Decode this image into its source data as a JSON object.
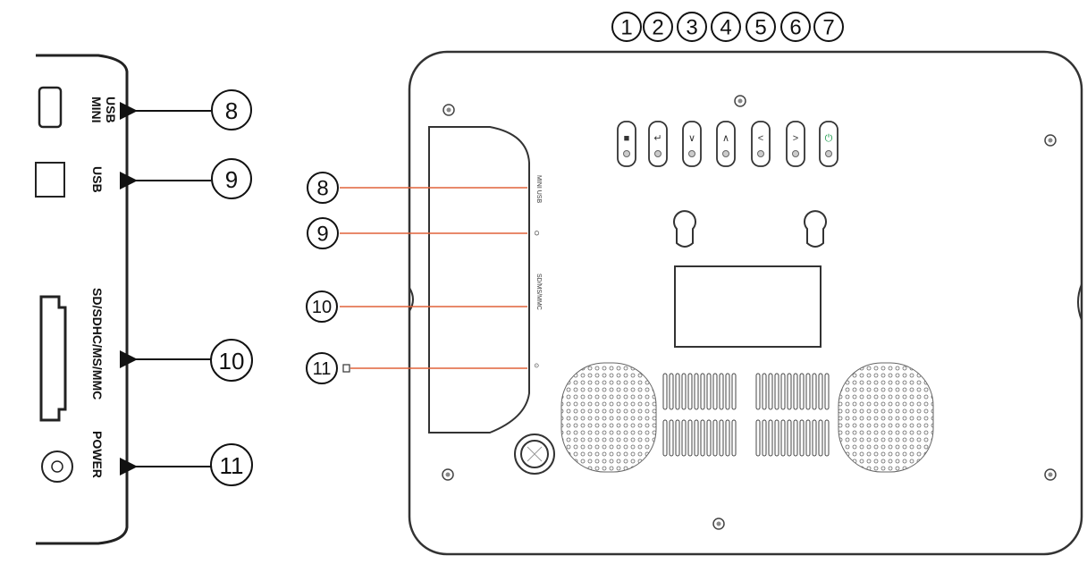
{
  "side_panel": {
    "labels": {
      "mini_line1": "MINI",
      "mini_line2": "USB",
      "usb": "USB",
      "card": "SD/SDHC/MS/MMC",
      "power": "POWER"
    },
    "callouts": [
      "8",
      "9",
      "10",
      "11"
    ]
  },
  "back_panel": {
    "top_callouts": [
      "1",
      "2",
      "3",
      "4",
      "5",
      "6",
      "7"
    ],
    "button_symbols": [
      "■",
      "↵",
      "∨",
      "∧",
      "<",
      ">",
      "⏻"
    ],
    "left_callouts": [
      "8",
      "9",
      "10",
      "11"
    ],
    "edge_labels": {
      "mini_usb": "MINI USB",
      "usb_symbol": "⭘",
      "card": "SD/MS/MMC",
      "power_symbol": "⊙"
    }
  },
  "colors": {
    "leader_line": "#e0623a",
    "line": "#333333",
    "power_button_accent": "#1a9a4a"
  }
}
